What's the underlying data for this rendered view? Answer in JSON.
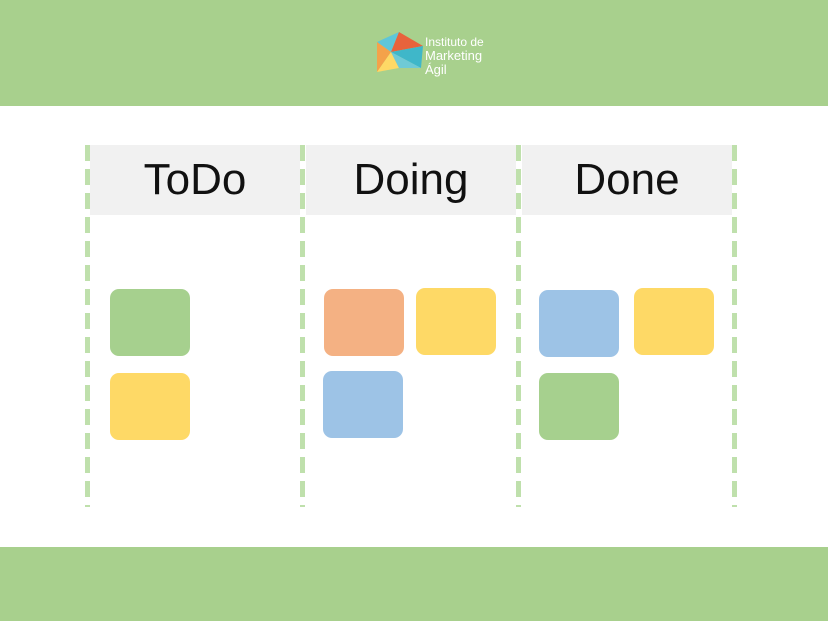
{
  "logo": {
    "line1": "Instituto de",
    "line2": "Marketing",
    "line3": "Ágil",
    "icon": "triangle-logo-icon"
  },
  "colors": {
    "band": "#a8d08d",
    "divider": "#bfe0ac",
    "header_bg": "#f1f1f1",
    "green": "#a6d08e",
    "yellow": "#fed966",
    "orange": "#f4b183",
    "blue": "#9dc3e6"
  },
  "board": {
    "columns": [
      {
        "title": "ToDo",
        "cards": [
          {
            "color": "green"
          },
          {
            "color": "yellow"
          }
        ]
      },
      {
        "title": "Doing",
        "cards": [
          {
            "color": "orange"
          },
          {
            "color": "yellow"
          },
          {
            "color": "blue"
          }
        ]
      },
      {
        "title": "Done",
        "cards": [
          {
            "color": "blue"
          },
          {
            "color": "yellow"
          },
          {
            "color": "green"
          }
        ]
      }
    ]
  }
}
